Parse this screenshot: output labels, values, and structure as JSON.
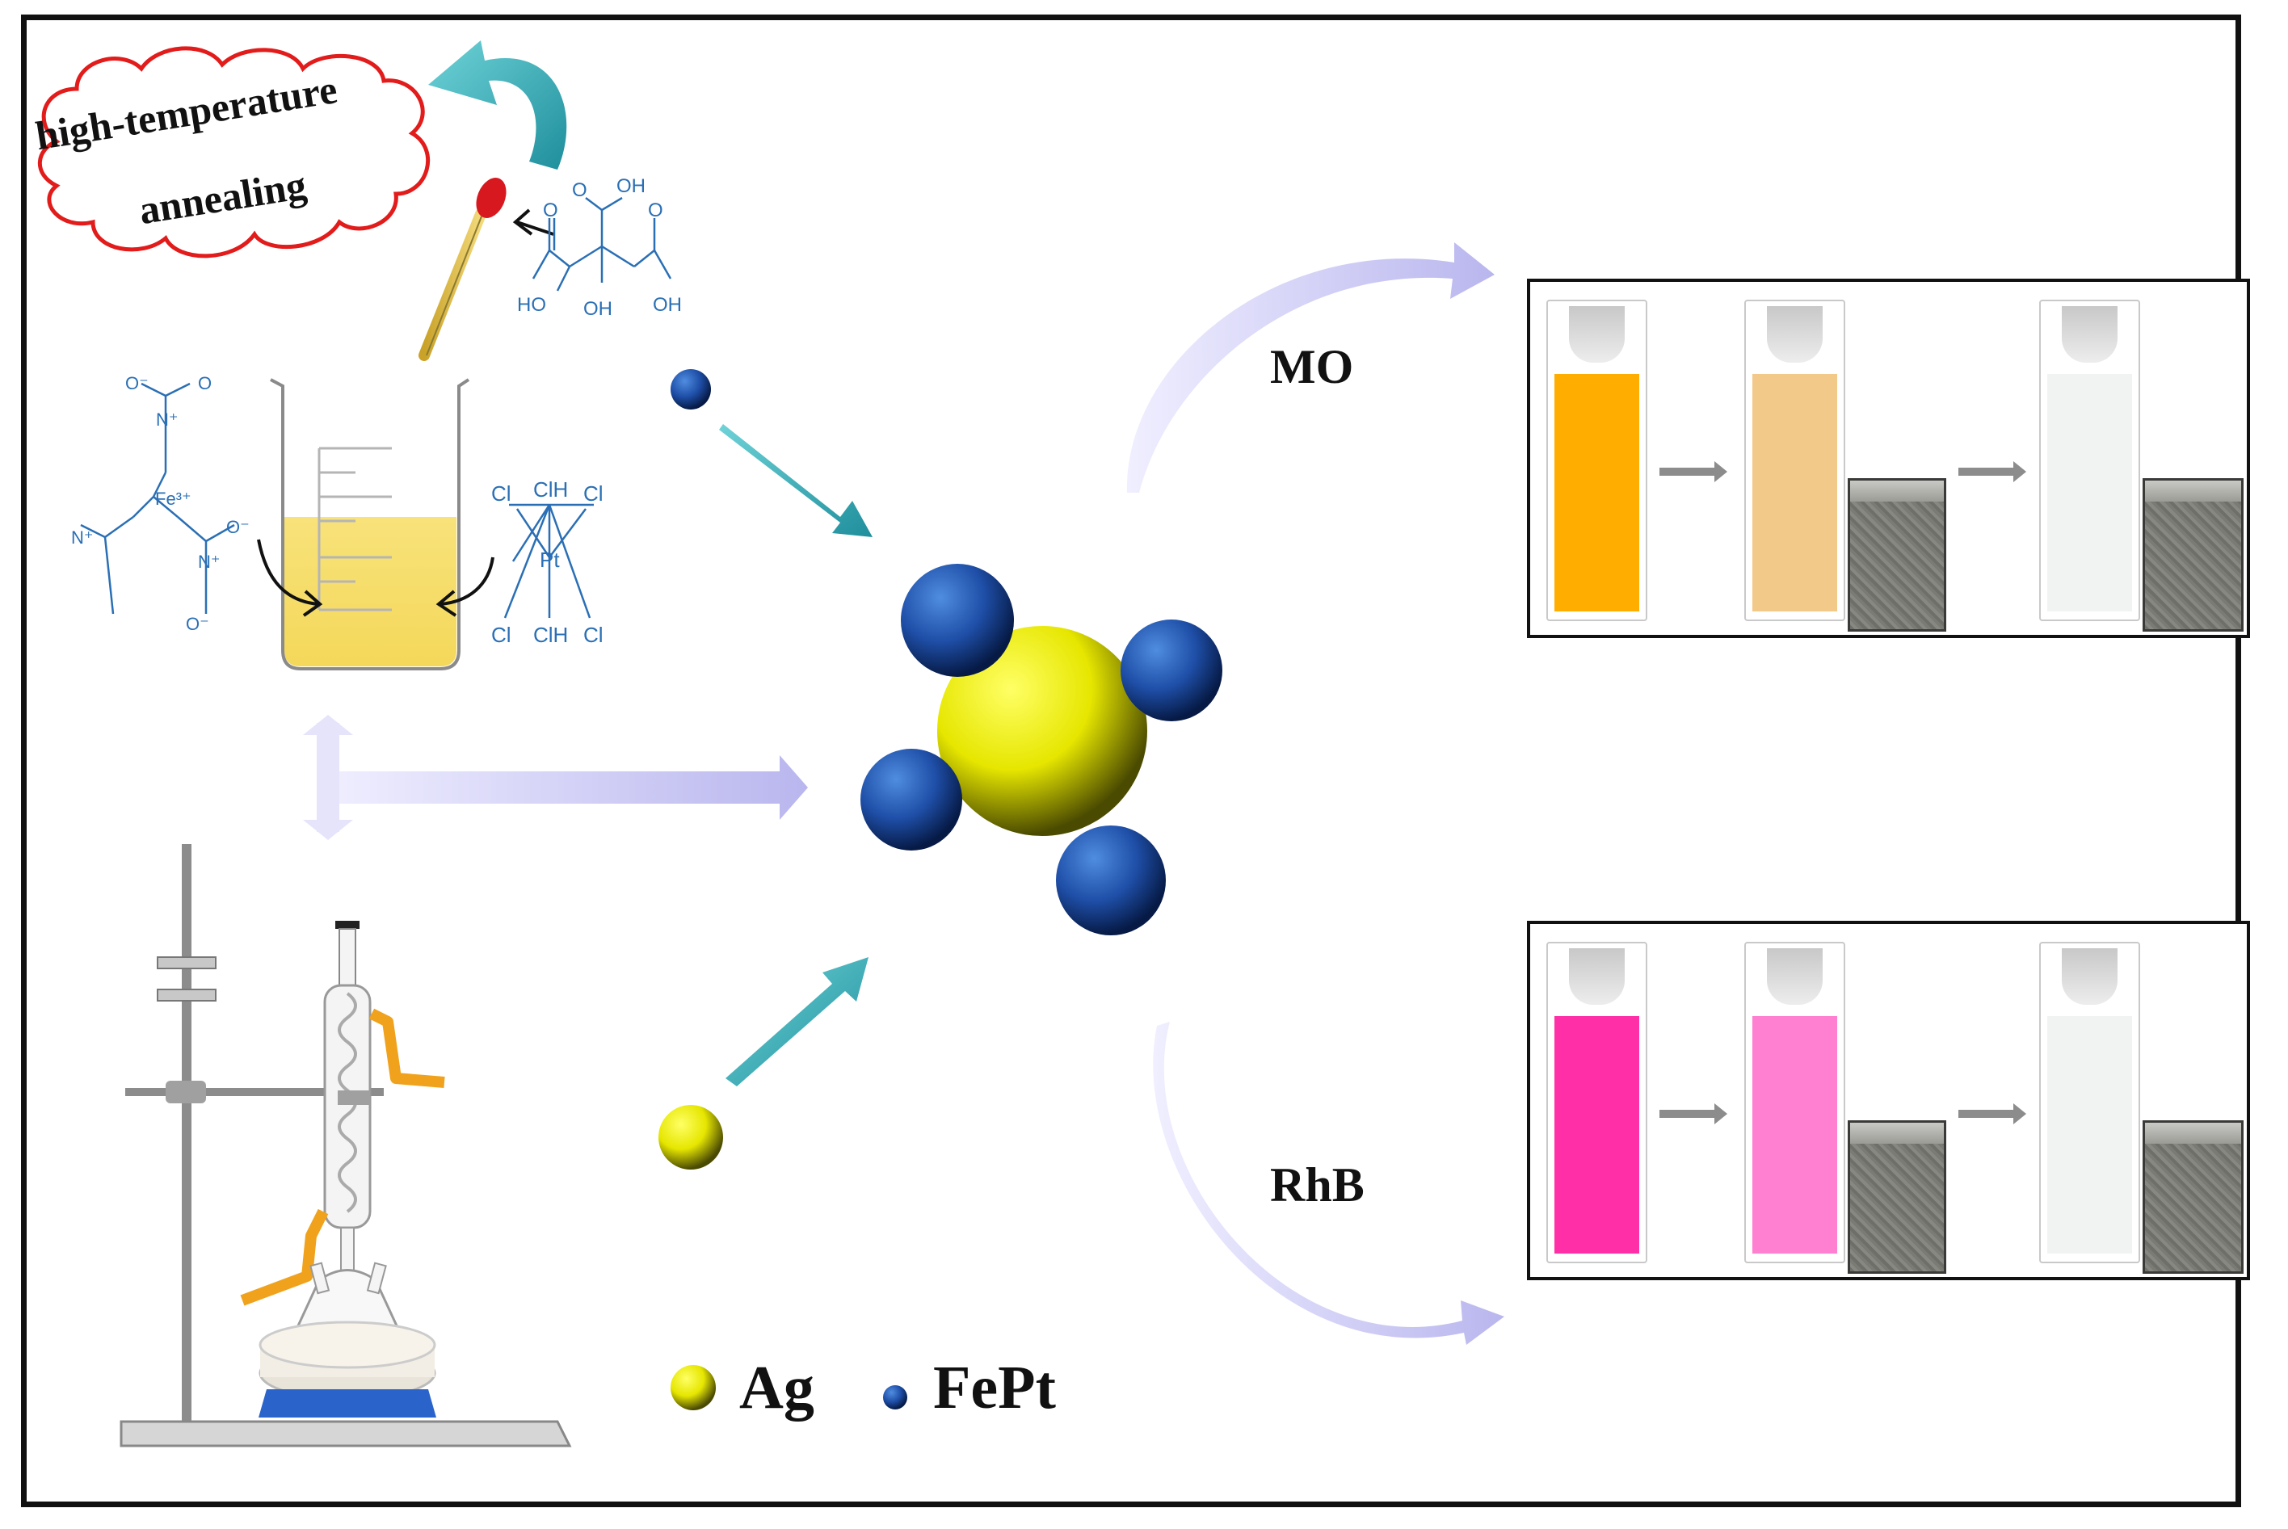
{
  "annealing_cloud": {
    "line1": "high-temperature",
    "line2": "annealing"
  },
  "chemistry": {
    "citric": {
      "oh_top": "OH",
      "o1": "O",
      "o2": "O",
      "o3": "O",
      "ho_left": "HO",
      "oh_mid": "OH",
      "oh_right": "OH"
    },
    "iron_nitrate": {
      "fe": "Fe³⁺",
      "n1": "N⁺",
      "n2": "N⁺",
      "n3": "N⁺",
      "o_minus1": "O⁻",
      "o_minus2": "O⁻",
      "o_minus3": "O⁻",
      "o": "O"
    },
    "platinum": {
      "pt": "Pt",
      "cl": "Cl",
      "clh": "ClH"
    }
  },
  "dyes": {
    "mo": "MO",
    "rhb": "RhB"
  },
  "legend": {
    "ag": "Ag",
    "fept": "FePt"
  },
  "colors": {
    "ag_yellow": "#e6e600",
    "fept_blue": "#1f4fa8",
    "teal_arrow": "#2aa7b0",
    "lavender_arrow": "#c9c7f0",
    "mo_orange": "#ffae00",
    "mo_faded": "#f3c98a",
    "rhb_pink": "#ff2fa8",
    "rhb_faded": "#ff7fd0",
    "cloud_red": "#e21b1b",
    "beaker_liquid": "#f7e27a",
    "hose_orange": "#f0a21c"
  }
}
